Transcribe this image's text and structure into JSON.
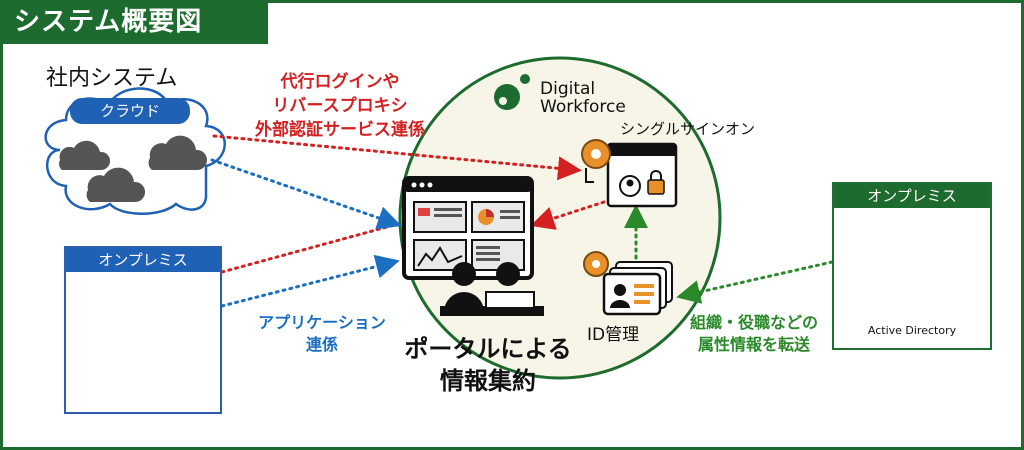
{
  "title": "システム概要図",
  "internal_system_label": "社内システム",
  "cloud_label": "クラウド",
  "onprem_label": "オンプレミス",
  "proxy_label_lines": [
    "代行ログインや",
    "リバースプロキシ",
    "外部認証サービス連係"
  ],
  "api_label_lines": [
    "アプリケーション",
    "連係"
  ],
  "portal_label_lines": [
    "ポータルによる",
    "情報集約"
  ],
  "logo": {
    "line1": "Digital",
    "line2": "Workforce"
  },
  "sso_label": "シングルサインオン",
  "id_management_label": "ID管理",
  "attribute_label_lines": [
    "組織・役職などの",
    "属性情報を転送"
  ],
  "ad_box_title": "オンプレミス",
  "ad_label": "Active Directory",
  "colors": {
    "frame_green": "#1d6b2e",
    "header_blue": "#1f61b4",
    "red_link": "#d42020",
    "blue_link": "#1c6fc0",
    "green_link": "#2a8a2a",
    "gear_orange": "#e8902a"
  }
}
